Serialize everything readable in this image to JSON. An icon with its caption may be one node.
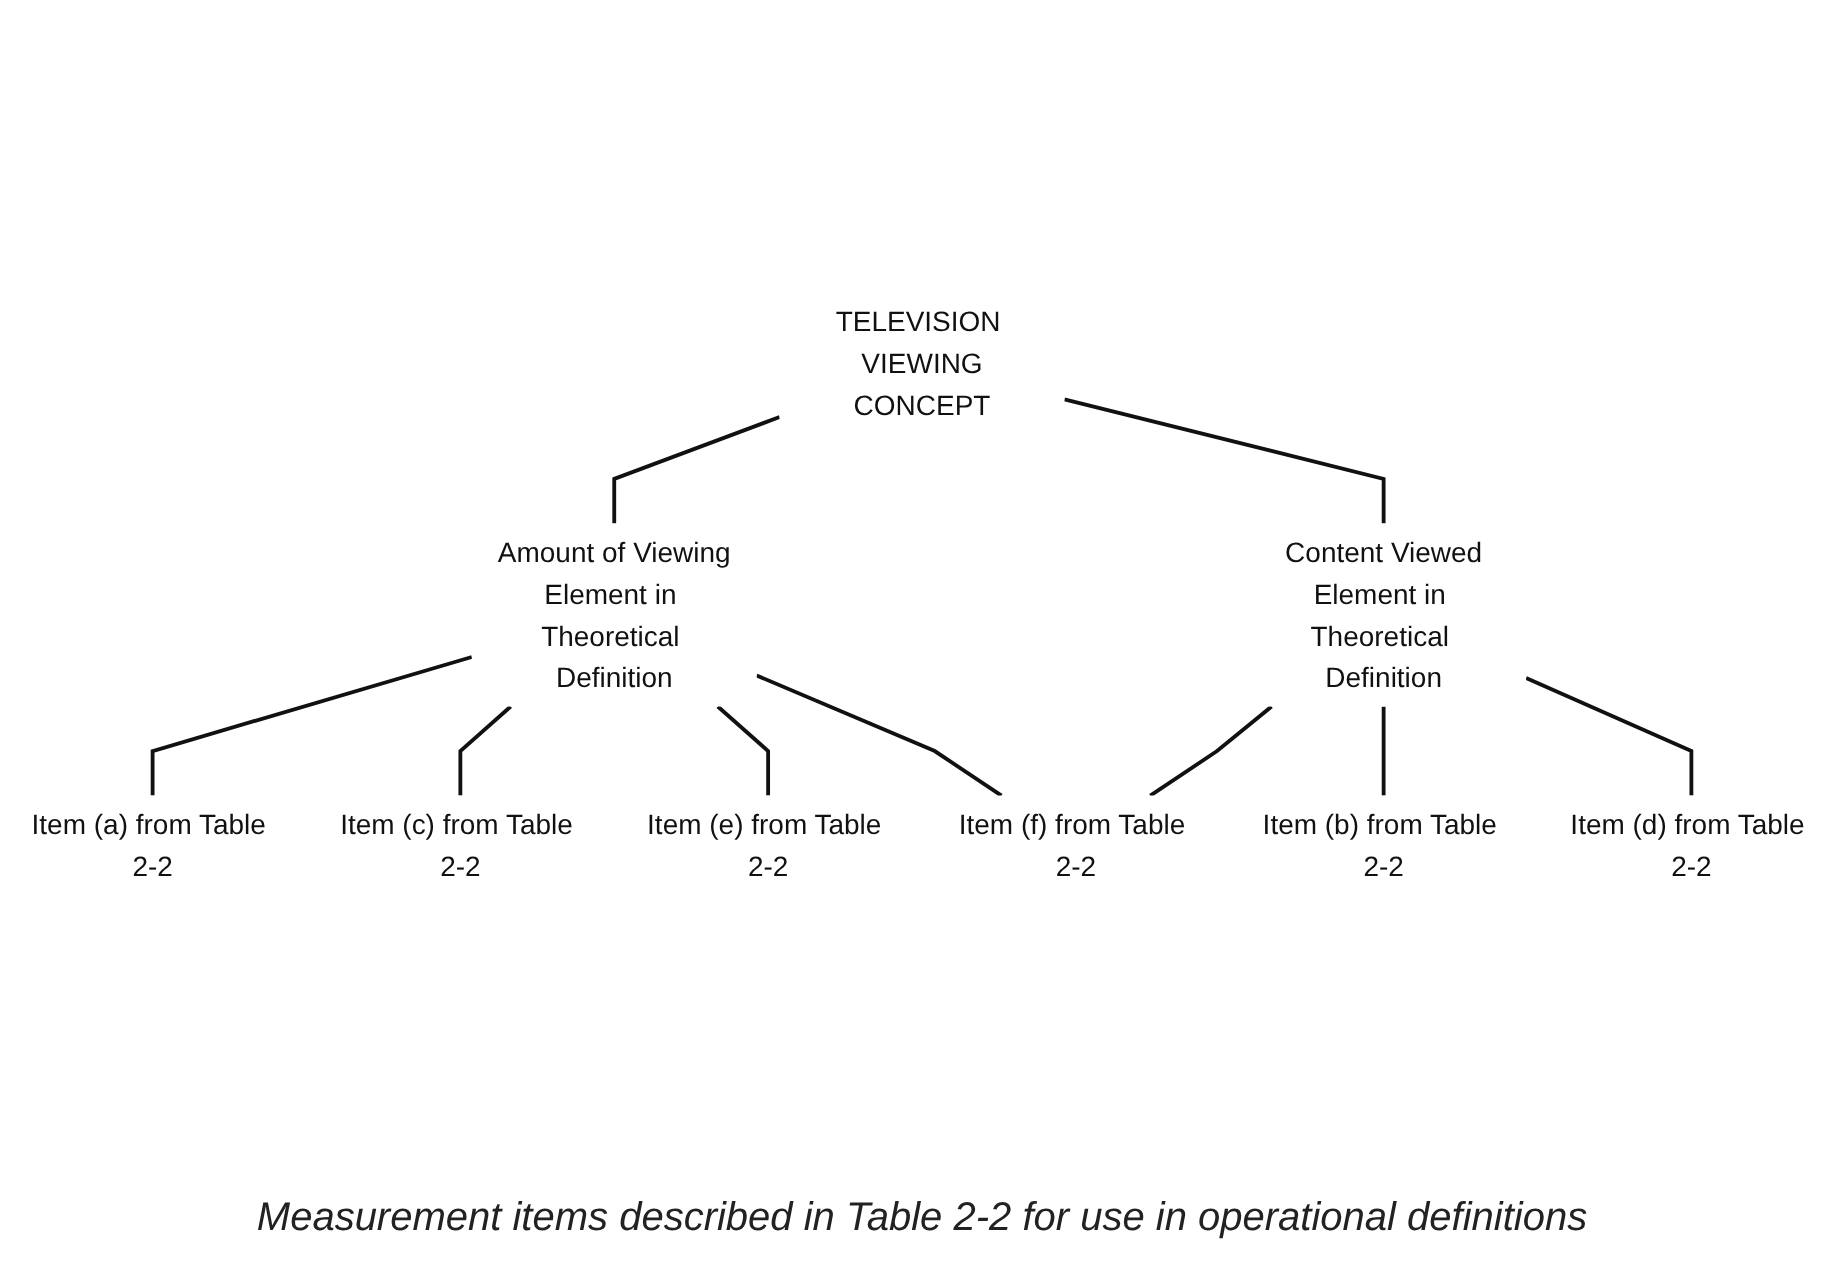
{
  "diagram": {
    "caption": "Measurement items described in Table 2-2 for use in operational definitions",
    "nodes": [
      {
        "text": [
          "TELEVISION VIEWING",
          "CONCEPT"
        ]
      },
      {
        "text": [
          "Amount of Viewing",
          "Element in Theoretical Definition"
        ]
      },
      {
        "text": [
          "Content Viewed",
          "Element in Theoretical Definition"
        ]
      },
      {
        "text": [
          "Item (a) from Table 2-2"
        ]
      },
      {
        "text": [
          "Item (c) from Table 2-2"
        ]
      },
      {
        "text": [
          "Item (e) from Table 2-2"
        ]
      },
      {
        "text": [
          "Item (f) from Table 2-2"
        ]
      },
      {
        "text": [
          "Item (b) from Table 2-2"
        ]
      },
      {
        "text": [
          "Item (d) from Table 2-2"
        ]
      }
    ],
    "edges": [
      {
        "from": 0,
        "to": 1,
        "arrow": "none"
      },
      {
        "from": 0,
        "to": 2,
        "arrow": "none"
      },
      {
        "from": 1,
        "to": 3,
        "arrow": "none"
      },
      {
        "from": 1,
        "to": 4,
        "arrow": "none"
      },
      {
        "from": 1,
        "to": 5,
        "arrow": "none"
      },
      {
        "from": 1,
        "to": 6,
        "arrow": "none"
      },
      {
        "from": 2,
        "to": 6,
        "arrow": "none"
      },
      {
        "from": 2,
        "to": 7,
        "arrow": "none"
      },
      {
        "from": 2,
        "to": 8,
        "arrow": "none"
      }
    ]
  }
}
